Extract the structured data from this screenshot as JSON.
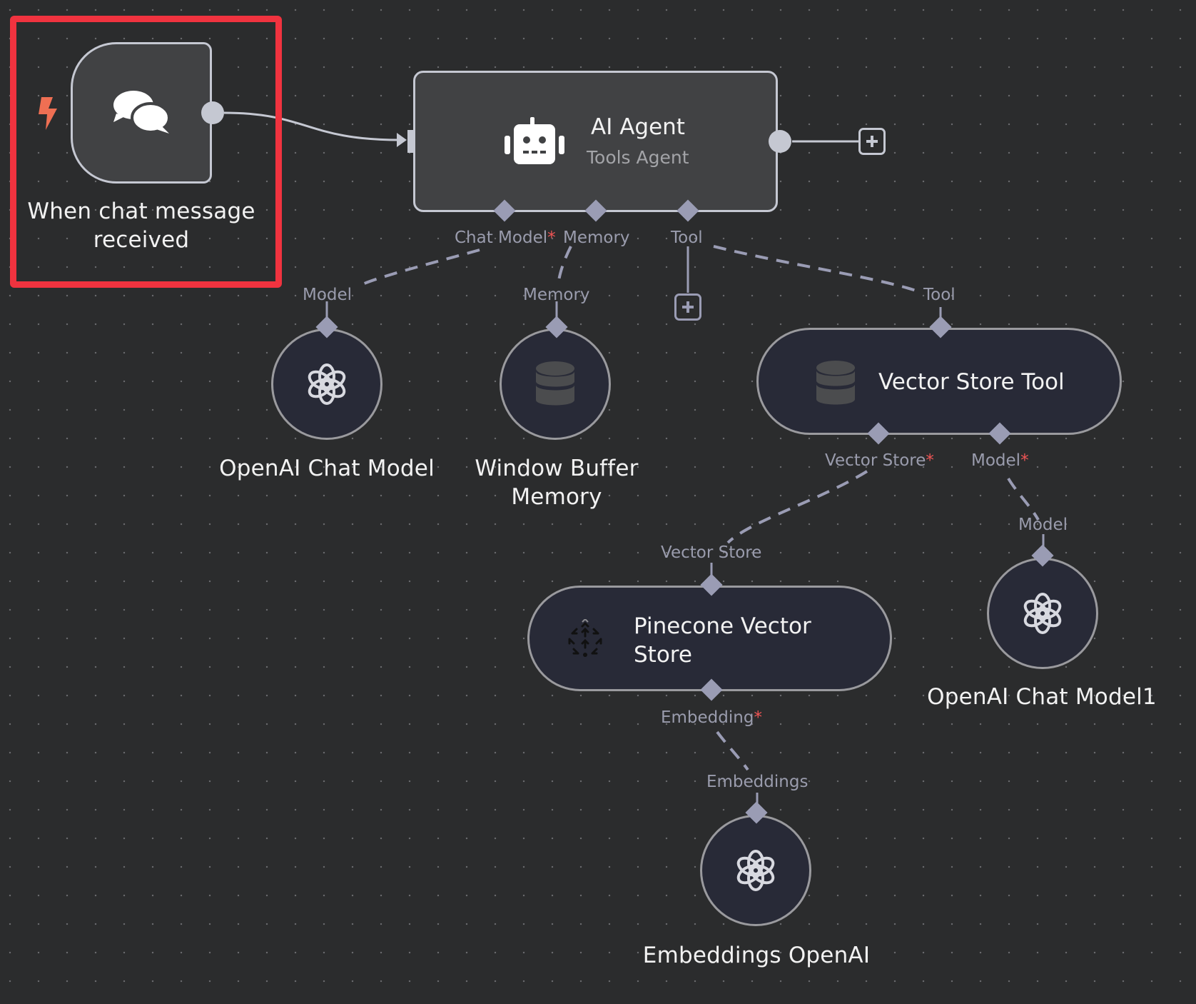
{
  "canvas": {
    "background": "#2b2c2d",
    "selection_color": "#f0333f",
    "accent_trigger": "#ef6f53"
  },
  "nodes": {
    "trigger": {
      "label_line1": "When chat message",
      "label_line2": "received",
      "icon": "chat-bubbles-icon",
      "selected": true
    },
    "agent": {
      "title": "AI Agent",
      "subtitle": "Tools Agent",
      "icon": "robot-icon",
      "ports": {
        "chat_model": "Chat Model",
        "memory": "Memory",
        "tool": "Tool"
      }
    },
    "openai_chat": {
      "label": "OpenAI Chat Model",
      "icon": "openai-icon",
      "port": "Model"
    },
    "memory": {
      "label_line1": "Window Buffer",
      "label_line2": "Memory",
      "icon": "database-icon",
      "port": "Memory"
    },
    "vector_tool": {
      "label": "Vector Store Tool",
      "icon": "database-icon",
      "port": "Tool",
      "ports": {
        "vector_store": "Vector Store",
        "model": "Model"
      }
    },
    "pinecone": {
      "label_line1": "Pinecone Vector",
      "label_line2": "Store",
      "icon": "pinecone-icon",
      "port": "Vector Store",
      "ports": {
        "embedding": "Embedding"
      }
    },
    "openai_chat1": {
      "label": "OpenAI Chat Model1",
      "icon": "openai-icon",
      "port": "Model"
    },
    "embeddings": {
      "label": "Embeddings OpenAI",
      "icon": "openai-icon",
      "port": "Embeddings"
    }
  },
  "required_marker": "*"
}
